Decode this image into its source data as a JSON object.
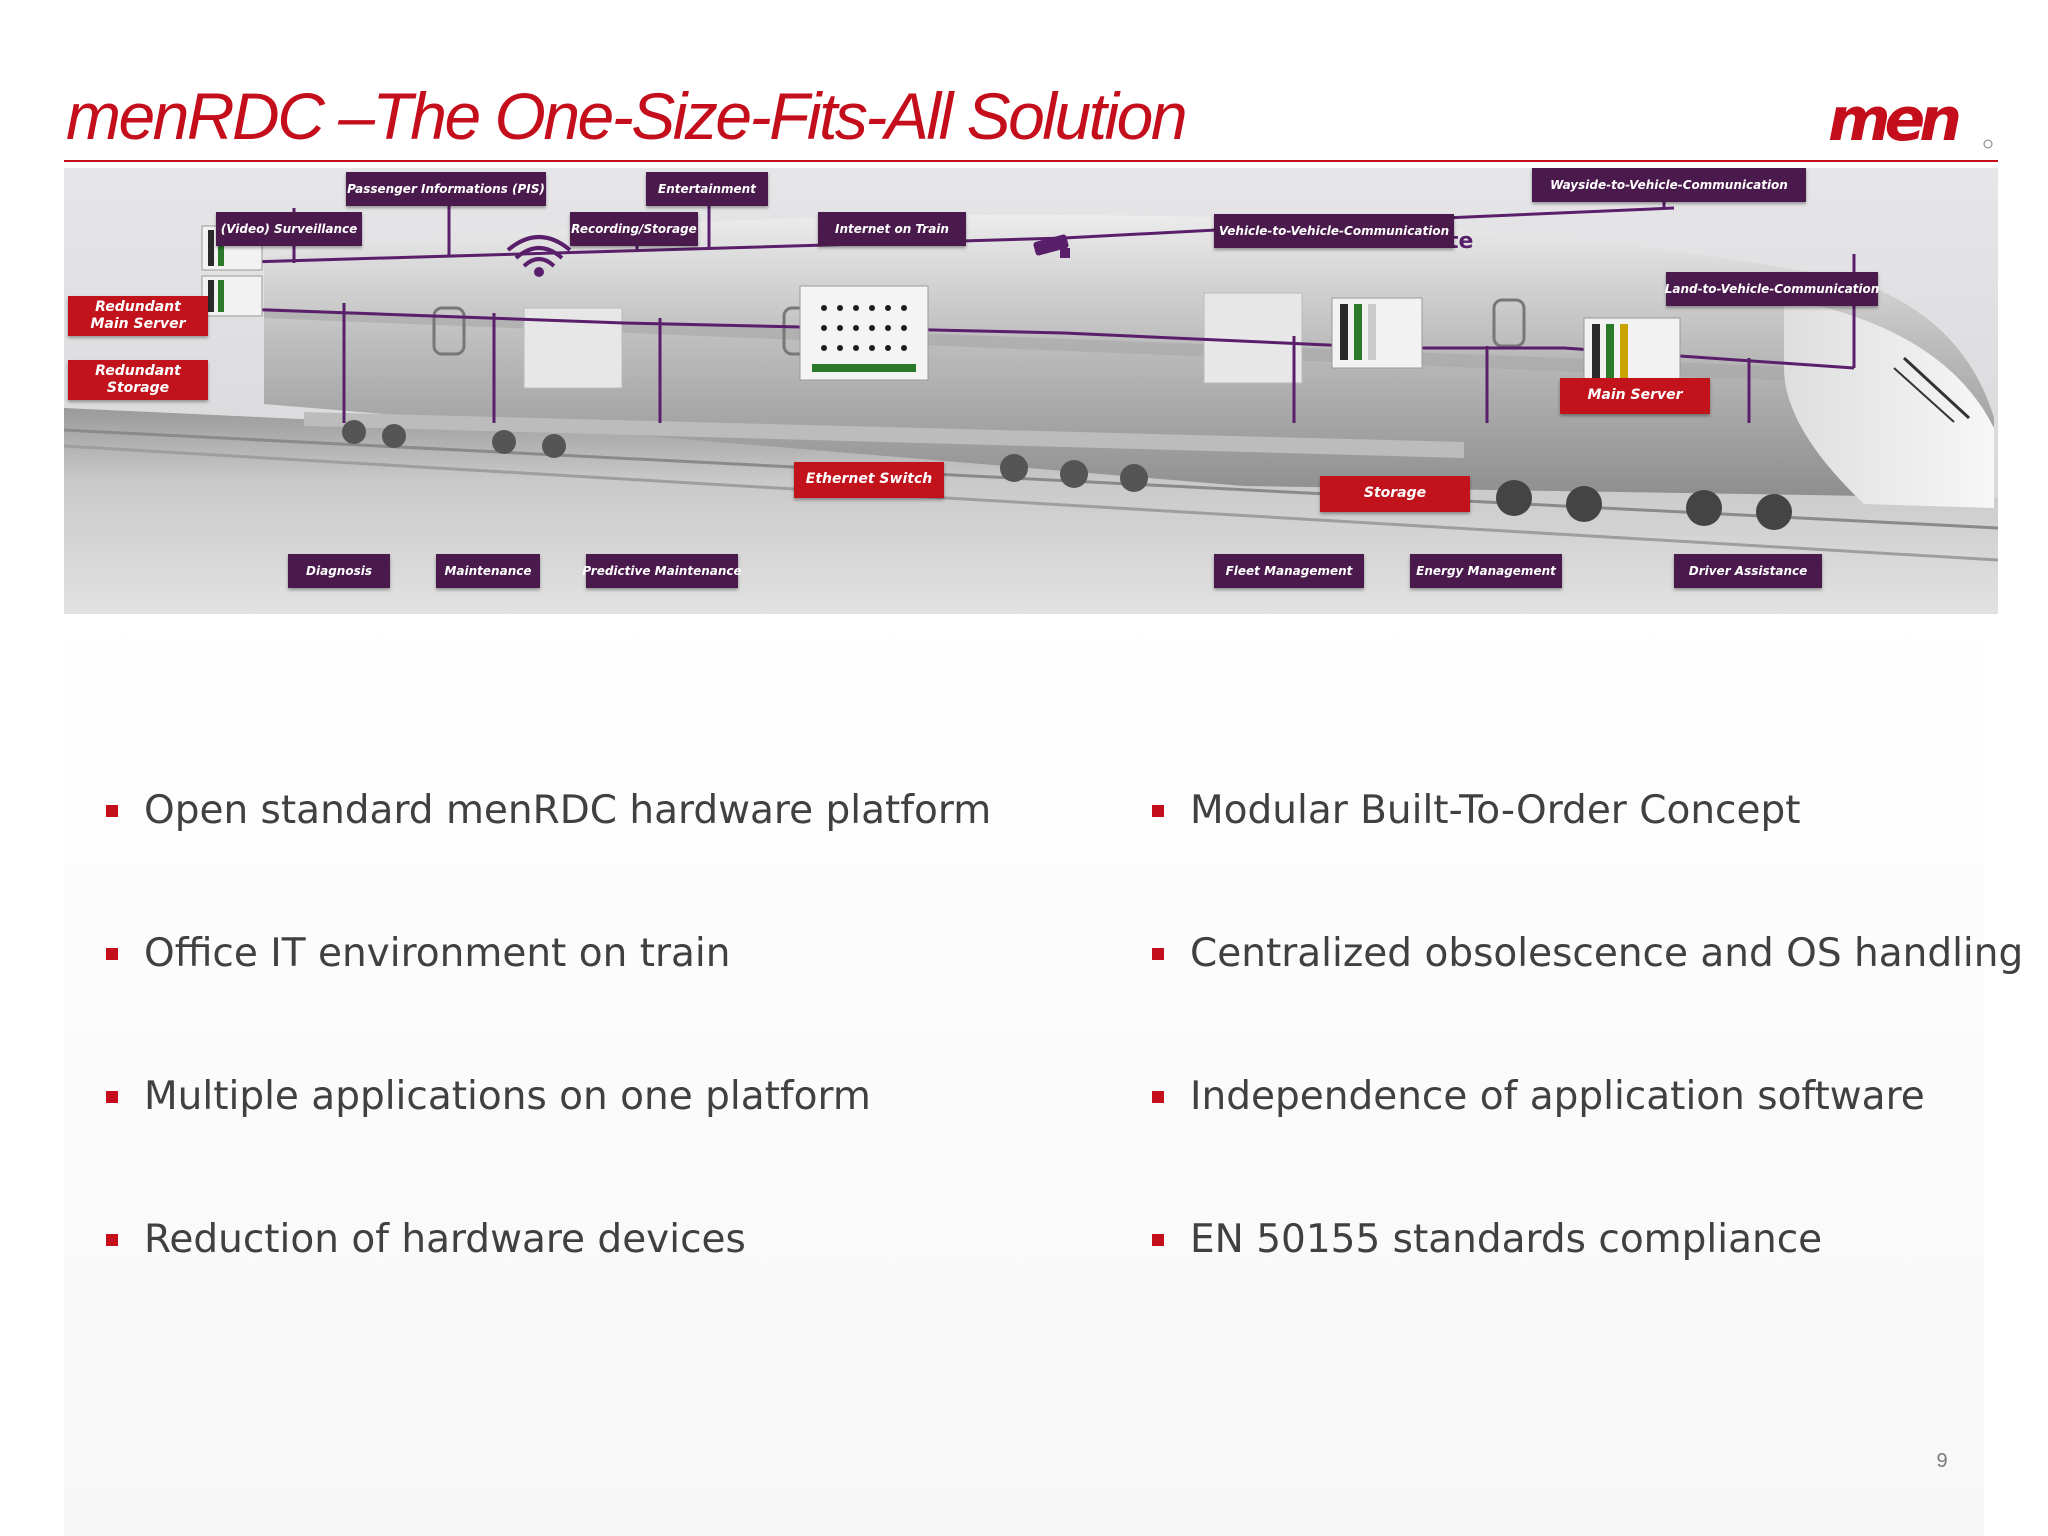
{
  "title": "menRDC –The One-Size-Fits-All Solution",
  "logo_text": "men",
  "diagram": {
    "labels_top": {
      "pis": "Passenger Informations (PIS)",
      "entertainment": "Entertainment",
      "surveillance": "(Video) Surveillance",
      "recording": "Recording/Storage",
      "internet": "Internet on Train",
      "v2v": "Vehicle-to-Vehicle-Communication",
      "w2v": "Wayside-to-Vehicle-Communication",
      "l2v": "Land-to-Vehicle-Communication"
    },
    "labels_bottom": {
      "diagnosis": "Diagnosis",
      "maintenance": "Maintenance",
      "predictive": "Predictive Maintenance",
      "fleet": "Fleet Management",
      "energy": "Energy Management",
      "driver": "Driver Assistance"
    },
    "labels_red": {
      "redundant_main_server": [
        "Redundant",
        "Main Server"
      ],
      "redundant_storage": [
        "Redundant",
        "Storage"
      ],
      "ethernet_switch": "Ethernet Switch",
      "storage": "Storage",
      "main_server": "Main Server"
    },
    "lte_text": "Lte"
  },
  "bullets_left": [
    "Open standard menRDC hardware platform",
    "Office IT environment on train",
    "Multiple applications on one platform",
    "Reduction of hardware devices"
  ],
  "bullets_right": [
    "Modular Built-To-Order Concept",
    "Centralized obsolescence and OS handling",
    "Independence of application software",
    "EN 50155 standards compliance"
  ],
  "page_number": "9",
  "colors": {
    "brand_red": "#c40e1b",
    "label_purple": "#4a1a4c",
    "line_purple": "#5a1f6a",
    "text_gray": "#404040"
  }
}
